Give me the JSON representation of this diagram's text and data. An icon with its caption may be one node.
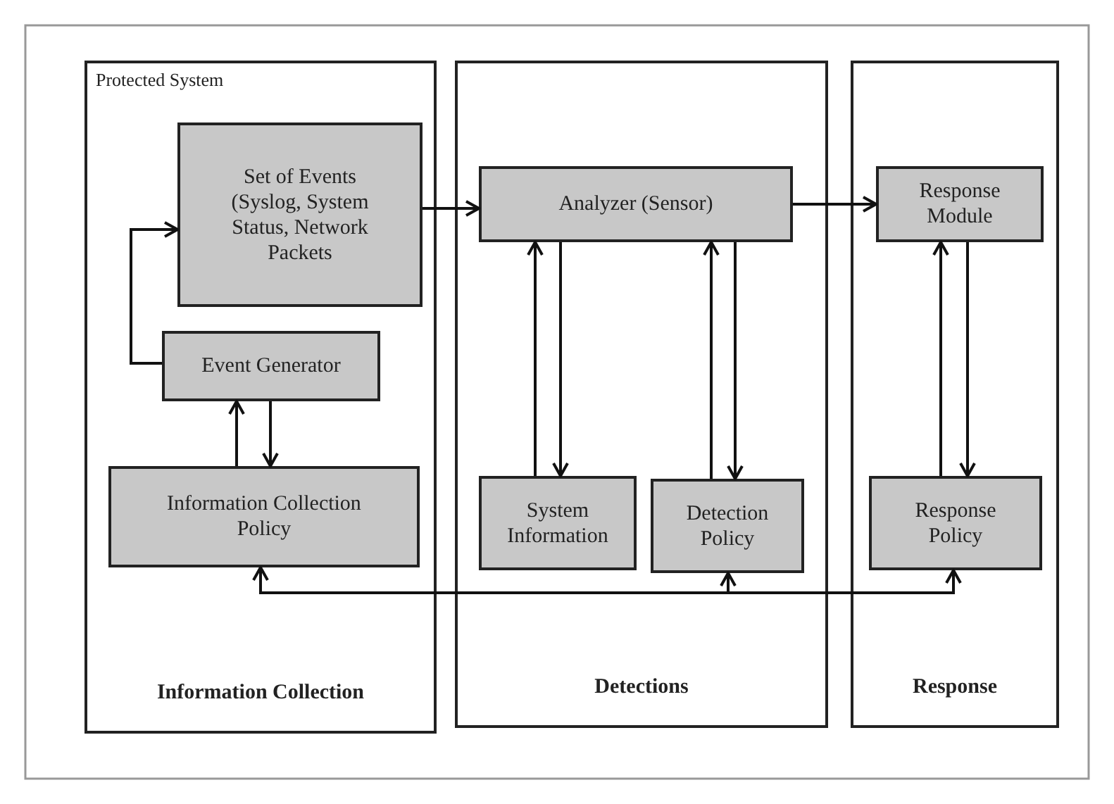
{
  "diagram": {
    "nodes": [
      {
        "text": [
          "Protected System",
          "Information Collection"
        ]
      },
      {
        "text": [
          "Set of Events (Syslog, System Status, Network Packets"
        ],
        "in": 0
      },
      {
        "text": [
          "Event Generator"
        ],
        "in": 0
      },
      {
        "text": [
          "Information Collection Policy"
        ],
        "in": 0
      },
      {
        "text": [
          "Detections"
        ]
      },
      {
        "text": [
          "Analyzer (Sensor)"
        ],
        "in": 4
      },
      {
        "text": [
          "System Information"
        ],
        "in": 4
      },
      {
        "text": [
          "Detection Policy"
        ],
        "in": 4
      },
      {
        "text": [
          "Response"
        ]
      },
      {
        "text": [
          "Response Module"
        ],
        "in": 8
      },
      {
        "text": [
          "Response Policy"
        ],
        "in": 8
      }
    ],
    "edges": [
      {
        "from": 1,
        "to": 5,
        "arrow": "to"
      },
      {
        "from": 5,
        "to": 9,
        "arrow": "to"
      },
      {
        "from": 2,
        "to": 1,
        "arrow": "to"
      },
      {
        "from": 3,
        "to": 2,
        "arrow": "to"
      },
      {
        "from": 2,
        "to": 3,
        "arrow": "to"
      },
      {
        "from": 6,
        "to": 5,
        "arrow": "to"
      },
      {
        "from": 5,
        "to": 6,
        "arrow": "to"
      },
      {
        "from": 7,
        "to": 5,
        "arrow": "to"
      },
      {
        "from": 5,
        "to": 7,
        "arrow": "to"
      },
      {
        "from": 10,
        "to": 9,
        "arrow": "to"
      },
      {
        "from": 9,
        "to": 10,
        "arrow": "to"
      },
      {
        "from": null,
        "to": 3,
        "arrow": "to"
      },
      {
        "from": null,
        "to": 7,
        "arrow": "to"
      },
      {
        "from": null,
        "to": 10,
        "arrow": "to"
      }
    ]
  }
}
